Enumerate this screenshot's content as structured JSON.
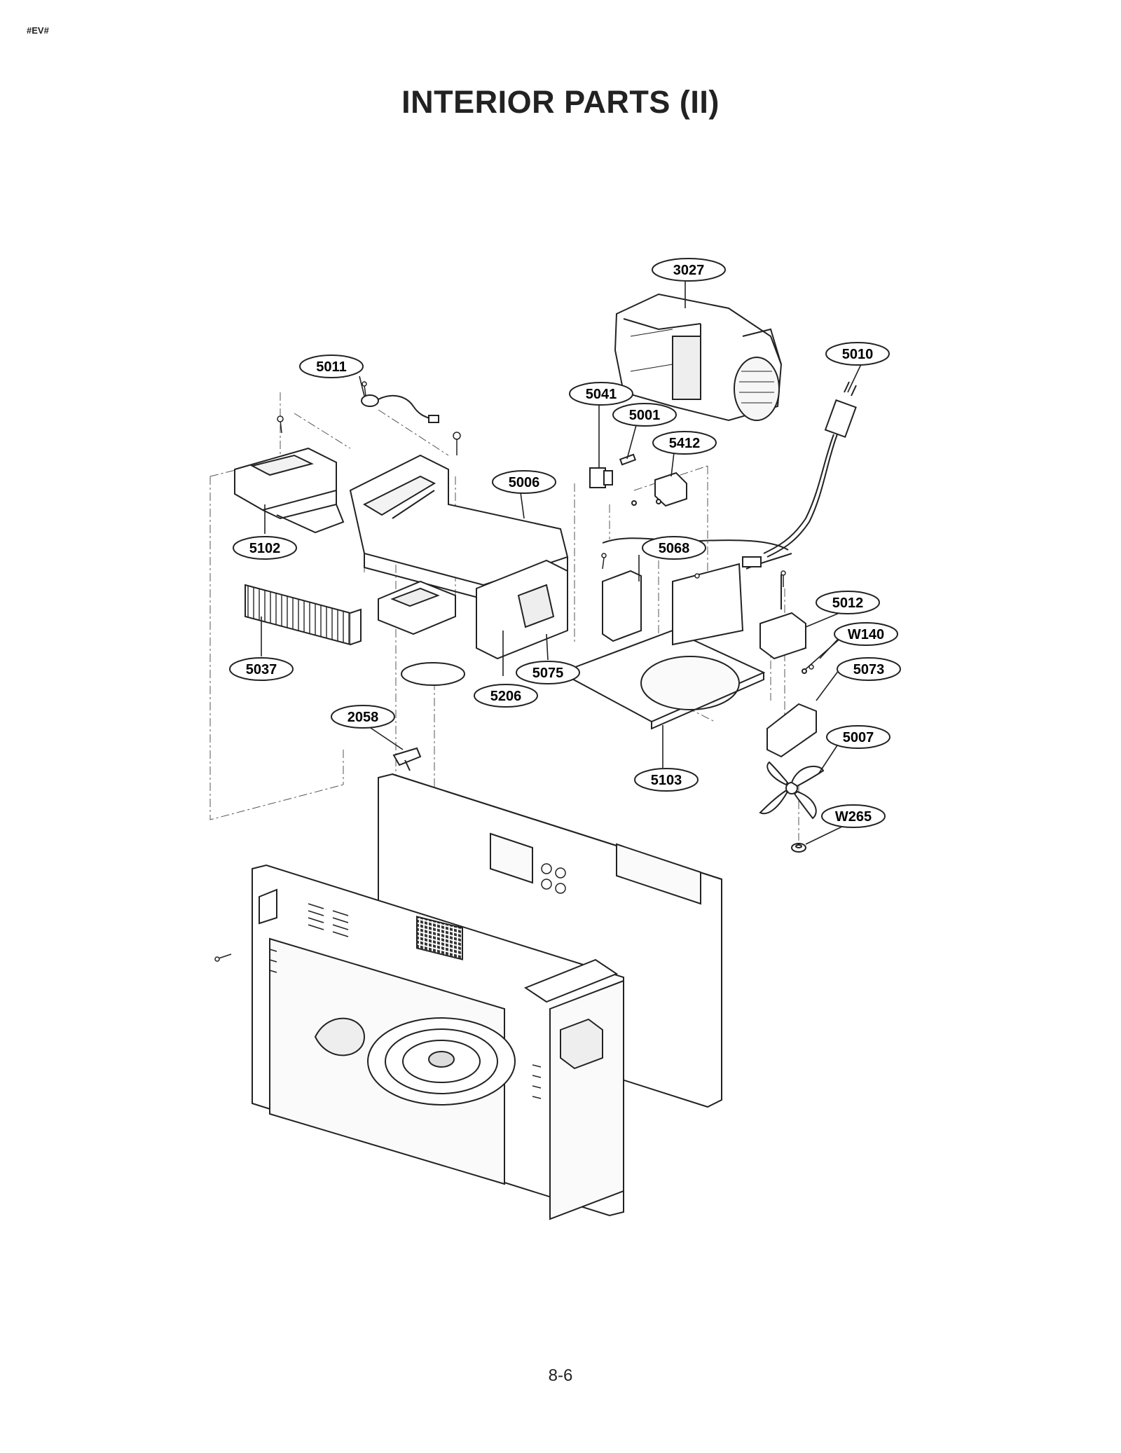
{
  "header_tag": "#EV#",
  "title": "INTERIOR PARTS (II)",
  "page_number": "8-6",
  "callouts": [
    "3027",
    "5010",
    "5011",
    "5041",
    "5001",
    "5412",
    "5006",
    "5102",
    "5068",
    "5037",
    "5012",
    "W140",
    "5073",
    "5075",
    "5206",
    "2058",
    "5007",
    "5103",
    "W265",
    ""
  ]
}
